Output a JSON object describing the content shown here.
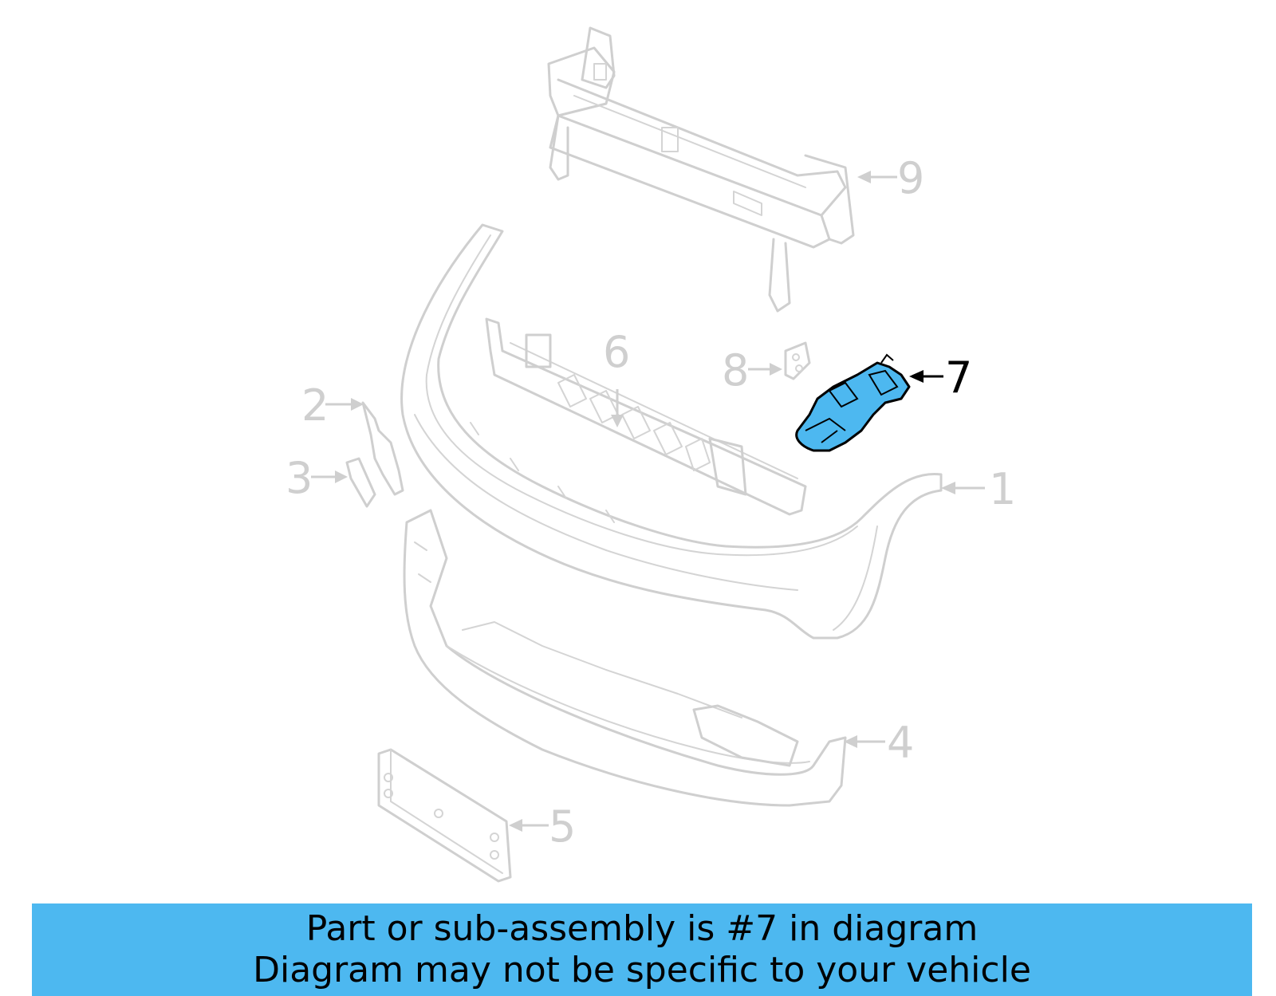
{
  "diagram": {
    "callouts": [
      {
        "id": "1",
        "label": "1",
        "highlighted": false
      },
      {
        "id": "2",
        "label": "2",
        "highlighted": false
      },
      {
        "id": "3",
        "label": "3",
        "highlighted": false
      },
      {
        "id": "4",
        "label": "4",
        "highlighted": false
      },
      {
        "id": "5",
        "label": "5",
        "highlighted": false
      },
      {
        "id": "6",
        "label": "6",
        "highlighted": false
      },
      {
        "id": "7",
        "label": "7",
        "highlighted": true
      },
      {
        "id": "8",
        "label": "8",
        "highlighted": false
      },
      {
        "id": "9",
        "label": "9",
        "highlighted": false
      }
    ],
    "colors": {
      "inactive_part": "#cfcfcf",
      "highlight_fill": "#4db8f0",
      "highlight_stroke": "#000000",
      "banner_background": "#4db8f0"
    }
  },
  "banner": {
    "line1": "Part or sub-assembly is #7 in diagram",
    "line2": "Diagram may not be specific to your vehicle"
  }
}
